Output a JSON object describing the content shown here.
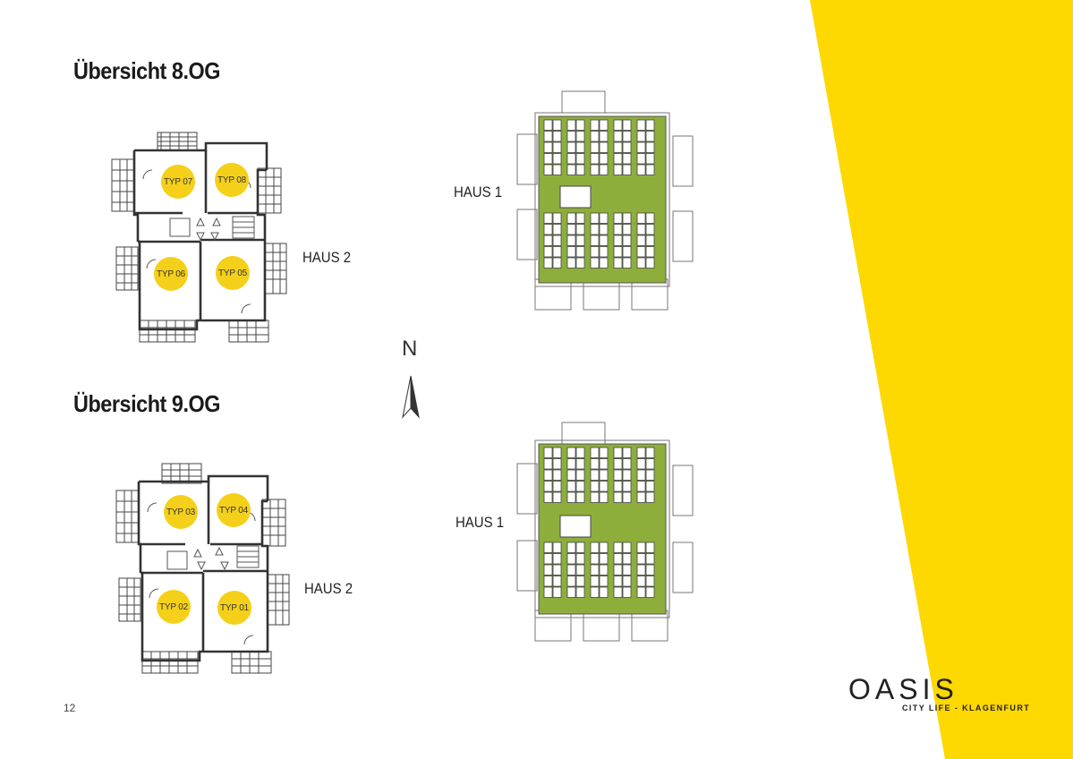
{
  "page": {
    "number": "12",
    "accent_color": "#fdd801",
    "roof_green": "#8eae3c",
    "unit_dot_color": "#f5d01a"
  },
  "sections": [
    {
      "title": "Übersicht 8.OG",
      "haus2_label": "HAUS 2",
      "haus1_label": "HAUS 1",
      "units": [
        "TYP 07",
        "TYP 08",
        "TYP 06",
        "TYP 05"
      ]
    },
    {
      "title": "Übersicht 9.OG",
      "haus2_label": "HAUS 2",
      "haus1_label": "HAUS 1",
      "units": [
        "TYP 03",
        "TYP 04",
        "TYP 02",
        "TYP 01"
      ]
    }
  ],
  "compass": {
    "letter": "N",
    "icon": "north-arrow-icon"
  },
  "brand": {
    "name": "OASIS",
    "tagline": "CITY LIFE - KLAGENFURT"
  }
}
